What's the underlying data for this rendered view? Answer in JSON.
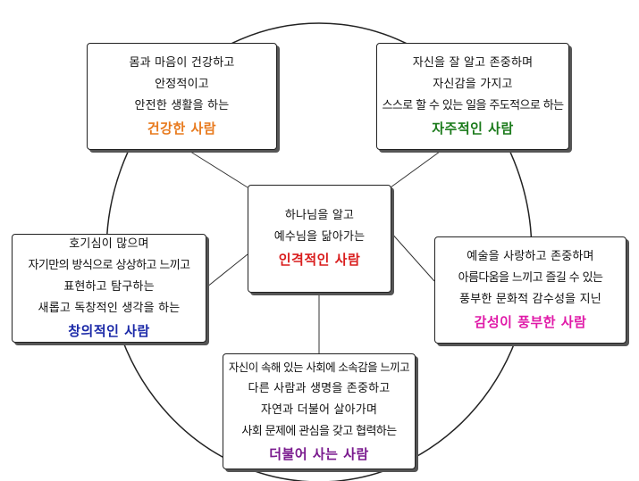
{
  "colors": {
    "healthy": "#e87a1e",
    "independent": "#1a7a1a",
    "center": "#d91c1c",
    "creative": "#1c2aa8",
    "emotional": "#e01aa8",
    "together": "#7a1a8e"
  },
  "nodes": {
    "healthy": {
      "lines": [
        "몸과 마음이 건강하고",
        "안정적이고",
        "안전한 생활을 하는"
      ],
      "title": "건강한 사람"
    },
    "independent": {
      "lines": [
        "자신을 잘 알고 존중하며",
        "자신감을 가지고",
        "스스로 할 수 있는 일을 주도적으로 하는"
      ],
      "title": "자주적인 사람"
    },
    "center": {
      "lines": [
        "하나님을 알고",
        "예수님을 닮아가는"
      ],
      "title": "인격적인 사람"
    },
    "creative": {
      "lines": [
        "호기심이 많으며",
        "자기만의 방식으로 상상하고 느끼고",
        "표현하고 탐구하는",
        "새롭고 독창적인 생각을 하는"
      ],
      "title": "창의적인 사람"
    },
    "emotional": {
      "lines": [
        "예술을 사랑하고 존중하며",
        "아름다움을 느끼고 즐길 수 있는",
        "풍부한 문화적 감수성을 지닌"
      ],
      "title": "감성이 풍부한 사람"
    },
    "together": {
      "lines": [
        "자신이 속해 있는 사회에 소속감을 느끼고",
        "다른 사람과 생명을 존중하고",
        "자연과 더불어 살아가며",
        "사회 문제에 관심을 갖고 협력하는"
      ],
      "title": "더불어 사는 사람"
    }
  }
}
